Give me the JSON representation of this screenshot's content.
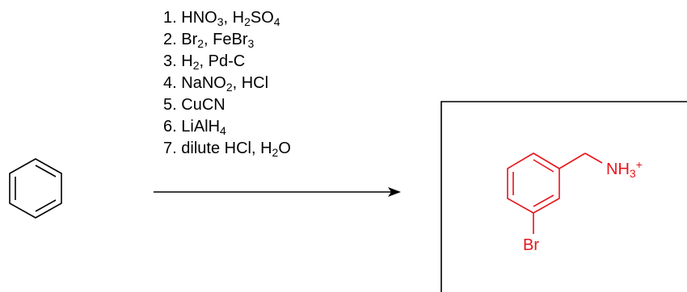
{
  "reagents": [
    {
      "num": "1.",
      "parts": [
        "HNO",
        {
          "sub": "3"
        },
        ", H",
        {
          "sub": "2"
        },
        "SO",
        {
          "sub": "4"
        }
      ]
    },
    {
      "num": "2.",
      "parts": [
        "Br",
        {
          "sub": "2"
        },
        ", FeBr",
        {
          "sub": "3"
        }
      ]
    },
    {
      "num": "3.",
      "parts": [
        "H",
        {
          "sub": "2"
        },
        ", Pd-C"
      ]
    },
    {
      "num": "4.",
      "parts": [
        "NaNO",
        {
          "sub": "2"
        },
        ", HCl"
      ]
    },
    {
      "num": "5.",
      "parts": [
        "CuCN"
      ]
    },
    {
      "num": "6.",
      "parts": [
        "LiAlH",
        {
          "sub": "4"
        }
      ]
    },
    {
      "num": "7.",
      "parts": [
        "dilute HCl, H",
        {
          "sub": "2"
        },
        "O"
      ]
    }
  ],
  "product": {
    "amine_label": {
      "base": "NH",
      "sub": "3",
      "sup": "+"
    },
    "substituent_label": "Br"
  },
  "colors": {
    "product": "#e8141b",
    "ink": "#000000"
  }
}
